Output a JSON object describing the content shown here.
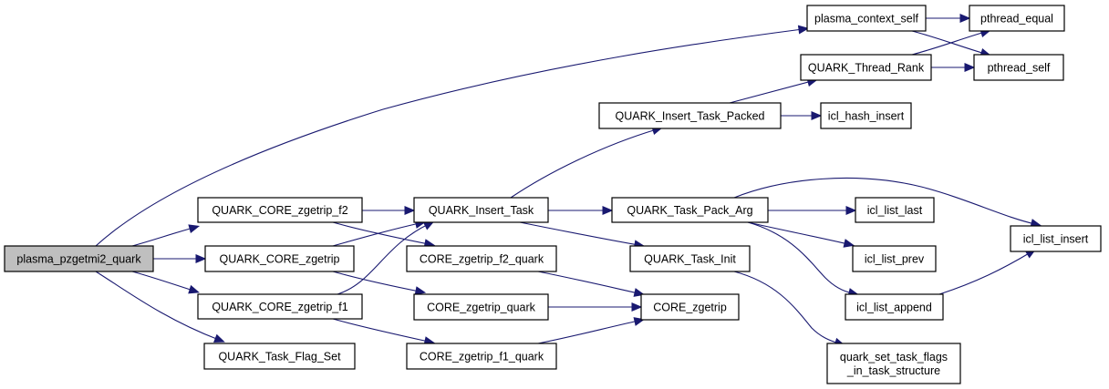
{
  "diagram": {
    "type": "call-graph",
    "colors": {
      "edge": "#191970",
      "root_fill": "#bfbfbf",
      "node_fill": "#ffffff",
      "node_border": "#000000"
    },
    "nodes": [
      {
        "id": "root",
        "label": [
          "plasma_pzgetmi2_quark"
        ],
        "root": true
      },
      {
        "id": "qcz_f2",
        "label": [
          "QUARK_CORE_zgetrip_f2"
        ]
      },
      {
        "id": "qcz",
        "label": [
          "QUARK_CORE_zgetrip"
        ]
      },
      {
        "id": "qcz_f1",
        "label": [
          "QUARK_CORE_zgetrip_f1"
        ]
      },
      {
        "id": "qtfs",
        "label": [
          "QUARK_Task_Flag_Set"
        ]
      },
      {
        "id": "qit",
        "label": [
          "QUARK_Insert_Task"
        ]
      },
      {
        "id": "cz_f2q",
        "label": [
          "CORE_zgetrip_f2_quark"
        ]
      },
      {
        "id": "czq",
        "label": [
          "CORE_zgetrip_quark"
        ]
      },
      {
        "id": "cz_f1q",
        "label": [
          "CORE_zgetrip_f1_quark"
        ]
      },
      {
        "id": "qitp",
        "label": [
          "QUARK_Insert_Task_Packed"
        ]
      },
      {
        "id": "qtpa",
        "label": [
          "QUARK_Task_Pack_Arg"
        ]
      },
      {
        "id": "qti",
        "label": [
          "QUARK_Task_Init"
        ]
      },
      {
        "id": "cz",
        "label": [
          "CORE_zgetrip"
        ]
      },
      {
        "id": "pcs",
        "label": [
          "plasma_context_self"
        ]
      },
      {
        "id": "qtr",
        "label": [
          "QUARK_Thread_Rank"
        ]
      },
      {
        "id": "ihi",
        "label": [
          "icl_hash_insert"
        ]
      },
      {
        "id": "ill",
        "label": [
          "icl_list_last"
        ]
      },
      {
        "id": "ilp",
        "label": [
          "icl_list_prev"
        ]
      },
      {
        "id": "ila",
        "label": [
          "icl_list_append"
        ]
      },
      {
        "id": "qstf",
        "label": [
          "quark_set_task_flags",
          "_in_task_structure"
        ]
      },
      {
        "id": "pte",
        "label": [
          "pthread_equal"
        ]
      },
      {
        "id": "pts",
        "label": [
          "pthread_self"
        ]
      },
      {
        "id": "ili",
        "label": [
          "icl_list_insert"
        ]
      }
    ],
    "edges": [
      {
        "from": "root",
        "to": "pcs"
      },
      {
        "from": "root",
        "to": "qcz_f2"
      },
      {
        "from": "root",
        "to": "qcz"
      },
      {
        "from": "root",
        "to": "qcz_f1"
      },
      {
        "from": "root",
        "to": "qtfs"
      },
      {
        "from": "qcz_f2",
        "to": "qit"
      },
      {
        "from": "qcz_f2",
        "to": "cz_f2q"
      },
      {
        "from": "qcz",
        "to": "qit"
      },
      {
        "from": "qcz",
        "to": "czq"
      },
      {
        "from": "qcz_f1",
        "to": "qit"
      },
      {
        "from": "qcz_f1",
        "to": "cz_f1q"
      },
      {
        "from": "qit",
        "to": "qitp"
      },
      {
        "from": "qit",
        "to": "qtpa"
      },
      {
        "from": "qit",
        "to": "qti"
      },
      {
        "from": "cz_f2q",
        "to": "cz"
      },
      {
        "from": "czq",
        "to": "cz"
      },
      {
        "from": "cz_f1q",
        "to": "cz"
      },
      {
        "from": "qitp",
        "to": "qtr"
      },
      {
        "from": "qitp",
        "to": "ihi"
      },
      {
        "from": "qtpa",
        "to": "ili"
      },
      {
        "from": "qtpa",
        "to": "ill"
      },
      {
        "from": "qtpa",
        "to": "ilp"
      },
      {
        "from": "qtpa",
        "to": "ila"
      },
      {
        "from": "qti",
        "to": "qstf"
      },
      {
        "from": "pcs",
        "to": "pte"
      },
      {
        "from": "pcs",
        "to": "pts"
      },
      {
        "from": "qtr",
        "to": "pte"
      },
      {
        "from": "qtr",
        "to": "pts"
      },
      {
        "from": "ila",
        "to": "ili"
      }
    ]
  }
}
